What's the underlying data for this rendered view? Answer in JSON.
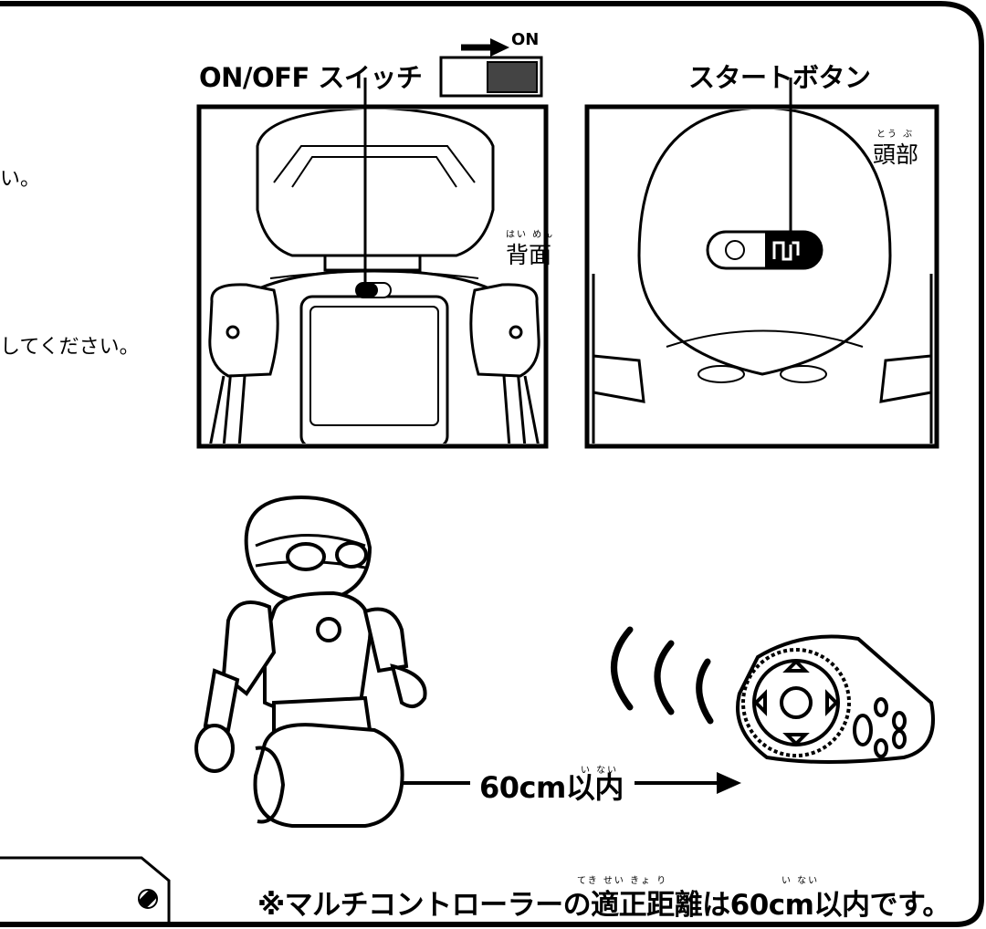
{
  "left_text": {
    "line1": "い。",
    "line2": "してください。"
  },
  "switch_panel": {
    "title": "ON/OFF スイッチ",
    "indicator": "ON",
    "region_ruby": "はい めん",
    "region": "背面"
  },
  "start_panel": {
    "title": "スタートボタン",
    "region_ruby": "とう ぶ",
    "region": "頭部"
  },
  "distance": {
    "label": "60cm以内",
    "ruby": "い ない"
  },
  "note": {
    "text": "※マルチコントローラーの適正距離は60cm以内です。",
    "ruby_1": "てき せい きょ り",
    "ruby_2": "い ない"
  }
}
